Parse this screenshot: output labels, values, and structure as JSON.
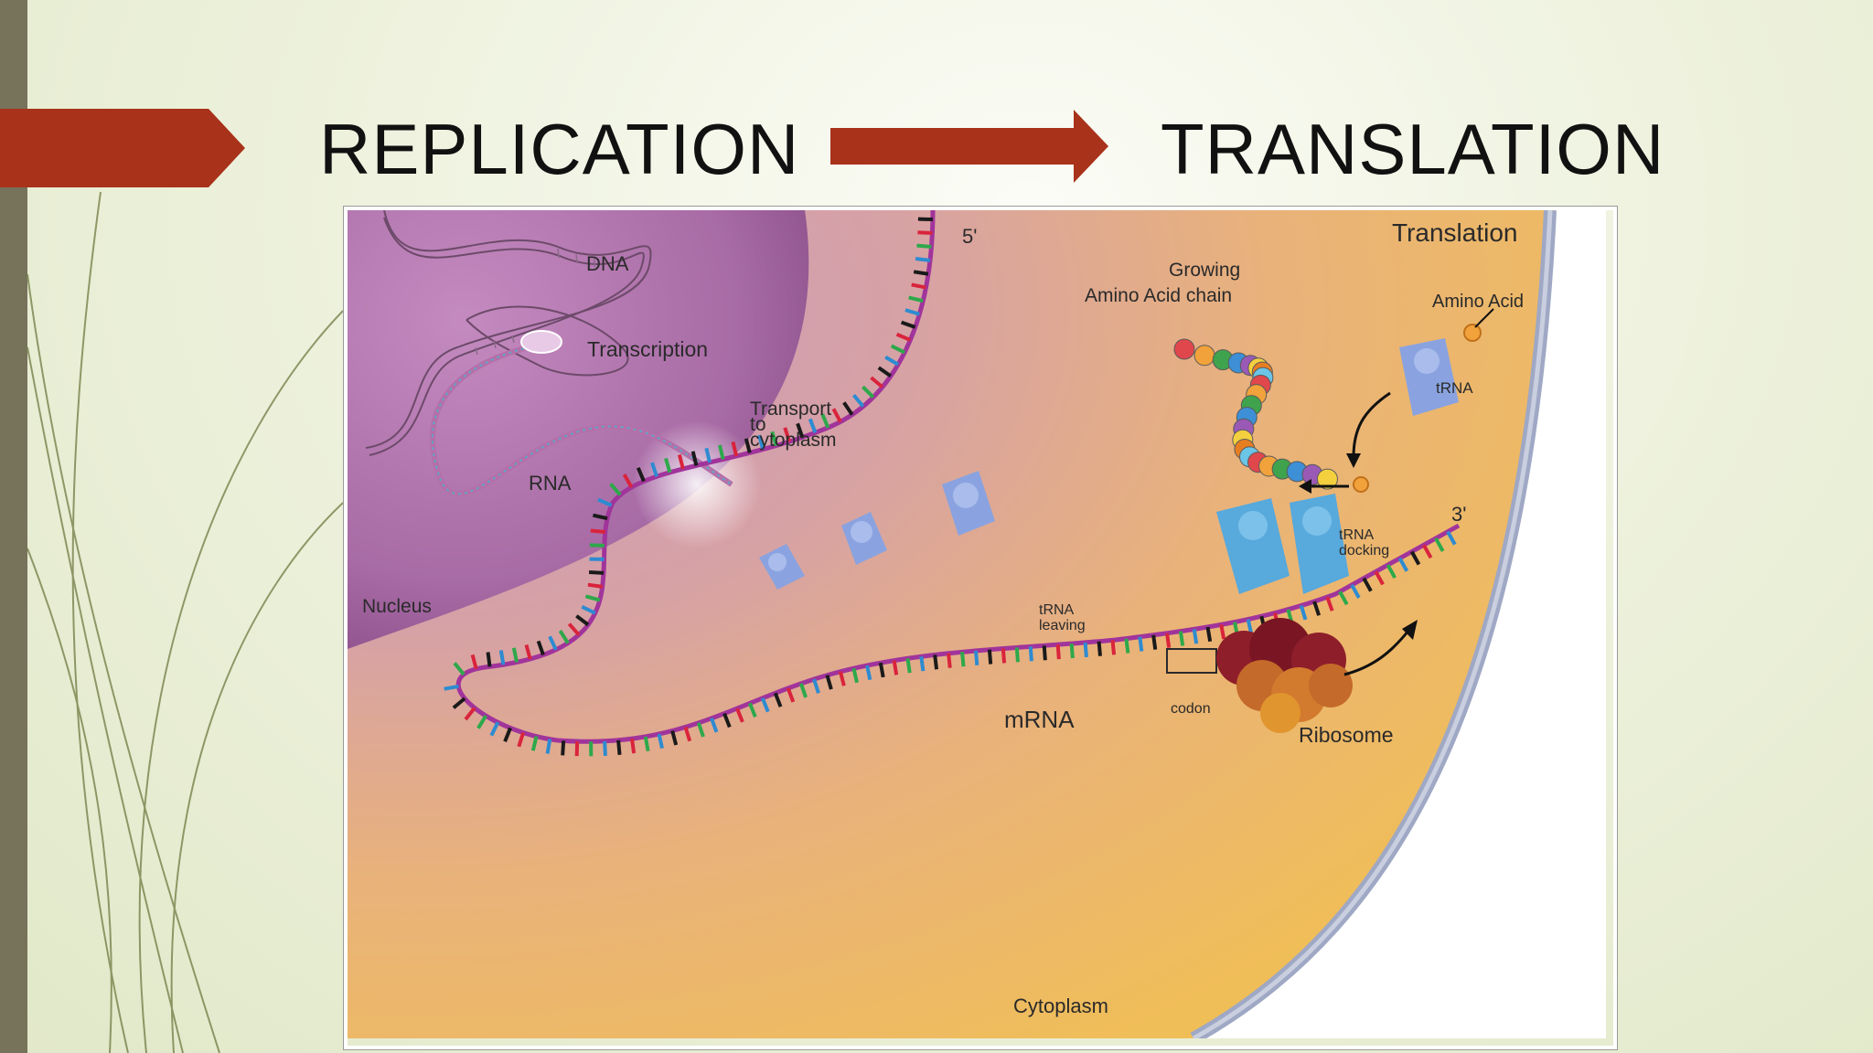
{
  "title": {
    "left": "REPLICATION",
    "right": "TRANSLATION"
  },
  "diagram": {
    "panel_title": "Translation",
    "labels": {
      "dna": "DNA",
      "transcription": "Transcription",
      "rna": "RNA",
      "transport": [
        "Transport",
        "to",
        "cytoplasm"
      ],
      "nucleus": "Nucleus",
      "five_prime": "5'",
      "three_prime": "3'",
      "growing": [
        "Growing",
        "Amino Acid chain"
      ],
      "amino_acid": "Amino Acid",
      "trna": "tRNA",
      "trna_docking": [
        "tRNA",
        "docking"
      ],
      "trna_leaving": [
        "tRNA",
        "leaving"
      ],
      "mrna": "mRNA",
      "codon": "codon",
      "ribosome": "Ribosome",
      "cytoplasm": "Cytoplasm"
    }
  },
  "colors": {
    "accent_red": "#a8321a",
    "background": "#eef2de",
    "sidebar": "#77725a",
    "nucleus": "#a46aa0",
    "cytoplasm": "#f0b949",
    "mrna_backbone": "#a1349b",
    "base_colors": [
      "#1a1a1a",
      "#d9243c",
      "#2ea84b",
      "#2e8bd1"
    ]
  }
}
